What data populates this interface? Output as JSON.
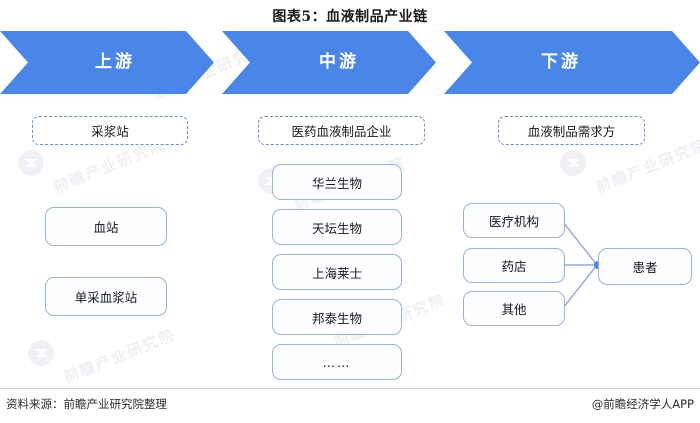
{
  "title": "图表5：血液制品产业链",
  "colors": {
    "banner_blue": "#4a86e8",
    "box_border": "#9ab3d4",
    "dashed_border": "#6b8fc4",
    "connector": "#7f9ec4",
    "connector_dot": "#4a86e8"
  },
  "banner": {
    "stages": [
      {
        "label": "上游"
      },
      {
        "label": "中游"
      },
      {
        "label": "下游"
      }
    ]
  },
  "headers": {
    "upstream": "采浆站",
    "midstream": "医药血液制品企业",
    "downstream": "血液制品需求方"
  },
  "columns": {
    "upstream": {
      "nodes": [
        "血站",
        "单采血浆站"
      ]
    },
    "midstream": {
      "nodes": [
        "华兰生物",
        "天坛生物",
        "上海莱士",
        "邦泰生物",
        "……"
      ]
    },
    "downstream": {
      "channels": [
        "医疗机构",
        "药店",
        "其他"
      ],
      "target": "患者"
    }
  },
  "watermarks": [
    "前瞻产业研究院",
    "前瞻产业研究院",
    "前瞻产业研究院",
    "前瞻产业研究院",
    "前瞻产业研究院",
    "前瞻产业研究院"
  ],
  "footer": {
    "source": "资料来源：前瞻产业研究院整理",
    "brand": "@前瞻经济学人APP"
  }
}
